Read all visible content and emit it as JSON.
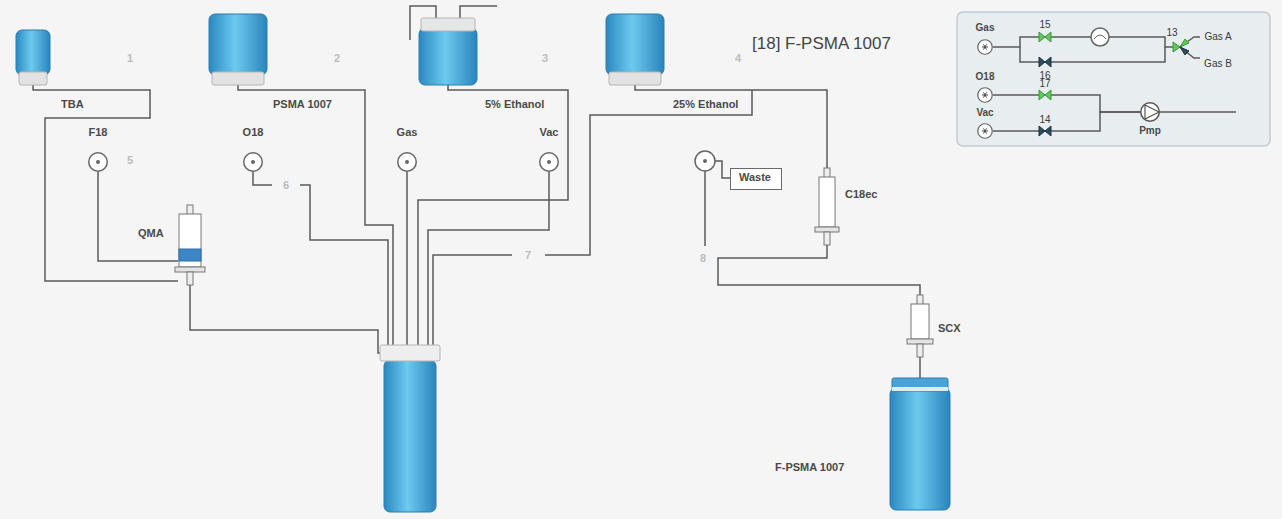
{
  "diagram": {
    "title": "[18] F-PSMA 1007",
    "nodes": [
      {
        "text": [
          "TBA"
        ]
      },
      {
        "text": [
          "PSMA 1007"
        ]
      },
      {
        "text": [
          "5% Ethanol"
        ]
      },
      {
        "text": [
          "25% Ethanol"
        ]
      },
      {
        "text": [
          "F18"
        ]
      },
      {
        "text": [
          "O18"
        ]
      },
      {
        "text": [
          "Gas"
        ]
      },
      {
        "text": [
          "Vac"
        ]
      },
      {
        "text": [
          "Waste"
        ]
      },
      {
        "text": [
          "C18ec"
        ]
      },
      {
        "text": [
          "QMA"
        ]
      },
      {
        "text": [
          "SCX"
        ]
      },
      {
        "text": [
          "F-PSMA 1007"
        ]
      },
      {
        "text": [
          "Gas"
        ]
      },
      {
        "text": [
          "O18"
        ]
      },
      {
        "text": [
          "Vac"
        ]
      },
      {
        "text": [
          "Pmp"
        ]
      }
    ],
    "edges": [
      {
        "from": 0,
        "to": 10,
        "arrow": "none"
      },
      {
        "from": 4,
        "to": 10,
        "arrow": "none"
      },
      {
        "from": 3,
        "to": 9,
        "arrow": "none"
      },
      {
        "from": 9,
        "to": 11,
        "arrow": "none"
      },
      {
        "from": 11,
        "to": 12,
        "arrow": "none"
      },
      {
        "from": 14,
        "to": 16,
        "arrow": "none"
      },
      {
        "from": 15,
        "to": 16,
        "arrow": "none"
      }
    ],
    "labels": [
      "1",
      "2",
      "3",
      "4",
      "5",
      "6",
      "7",
      "8",
      "15",
      "16",
      "13",
      "Gas A",
      "Gas B",
      "17",
      "14"
    ]
  }
}
